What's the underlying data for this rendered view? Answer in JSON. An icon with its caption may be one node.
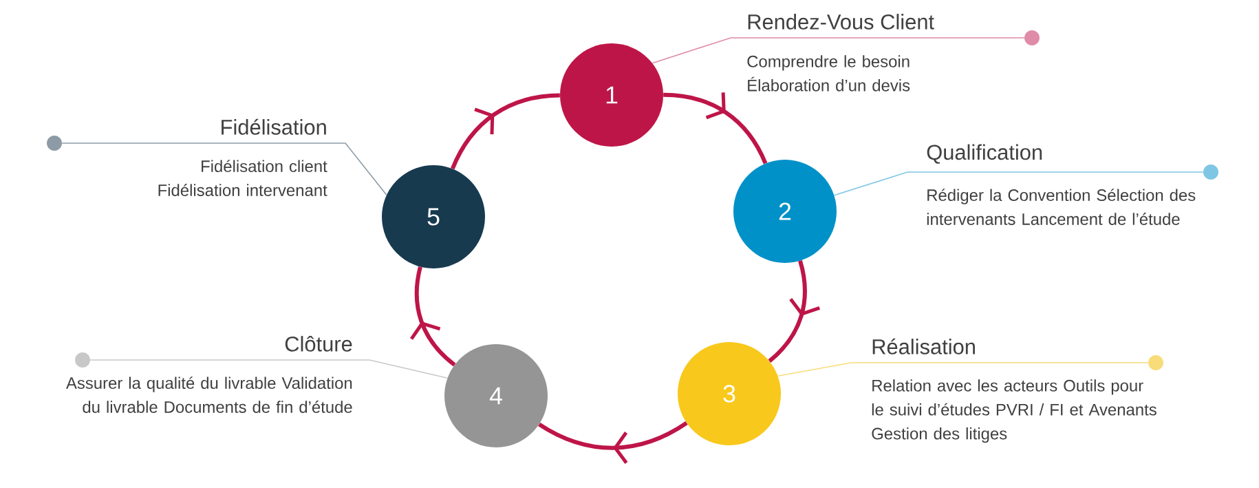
{
  "diagram": {
    "nodes": [
      {
        "text": [
          "1"
        ]
      },
      {
        "text": [
          "2"
        ]
      },
      {
        "text": [
          "3"
        ]
      },
      {
        "text": [
          "4"
        ]
      },
      {
        "text": [
          "5"
        ]
      },
      {
        "text": [],
        "shape": "circle"
      },
      {
        "text": [],
        "shape": "circle"
      },
      {
        "text": [],
        "shape": "circle"
      },
      {
        "text": [],
        "shape": "circle"
      },
      {
        "text": [],
        "shape": "circle"
      }
    ],
    "edges": [
      {
        "from": 0,
        "to": 1,
        "arrow": "to",
        "style": "thick"
      },
      {
        "from": 1,
        "to": 2,
        "arrow": "to",
        "style": "thick"
      },
      {
        "from": 2,
        "to": 3,
        "arrow": "to",
        "style": "thick"
      },
      {
        "from": 3,
        "to": 4,
        "arrow": "to",
        "style": "thick"
      },
      {
        "from": 4,
        "to": 0,
        "arrow": "to",
        "style": "thick"
      },
      {
        "from": 0,
        "to": 5,
        "arrow": "none",
        "color": "#e08ba8"
      },
      {
        "from": 1,
        "to": 6,
        "arrow": "none",
        "color": "#7fc6e4"
      },
      {
        "from": 2,
        "to": 7,
        "arrow": "none",
        "color": "#f9dc7a"
      },
      {
        "from": 3,
        "to": 8,
        "arrow": "none",
        "color": "#c8c8c8"
      },
      {
        "from": 4,
        "to": 9,
        "arrow": "none",
        "color": "#8c9ba6"
      }
    ],
    "labels": [
      "Rendez-Vous Client",
      "Comprendre le besoin Élaboration d’un devis",
      "Fidélisation",
      "Qualification",
      "Fidélisation client Fidélisation intervenant",
      "Rédiger la Convention Sélection des intervenants Lancement de l’étude",
      "Clôture",
      "Réalisation",
      "Assurer la qualité du livrable Validation du livrable Documents de fin d’étude",
      "Relation avec les acteurs Outils pour le suivi d’études PVRI / FI et Avenants Gestion des litiges"
    ]
  }
}
